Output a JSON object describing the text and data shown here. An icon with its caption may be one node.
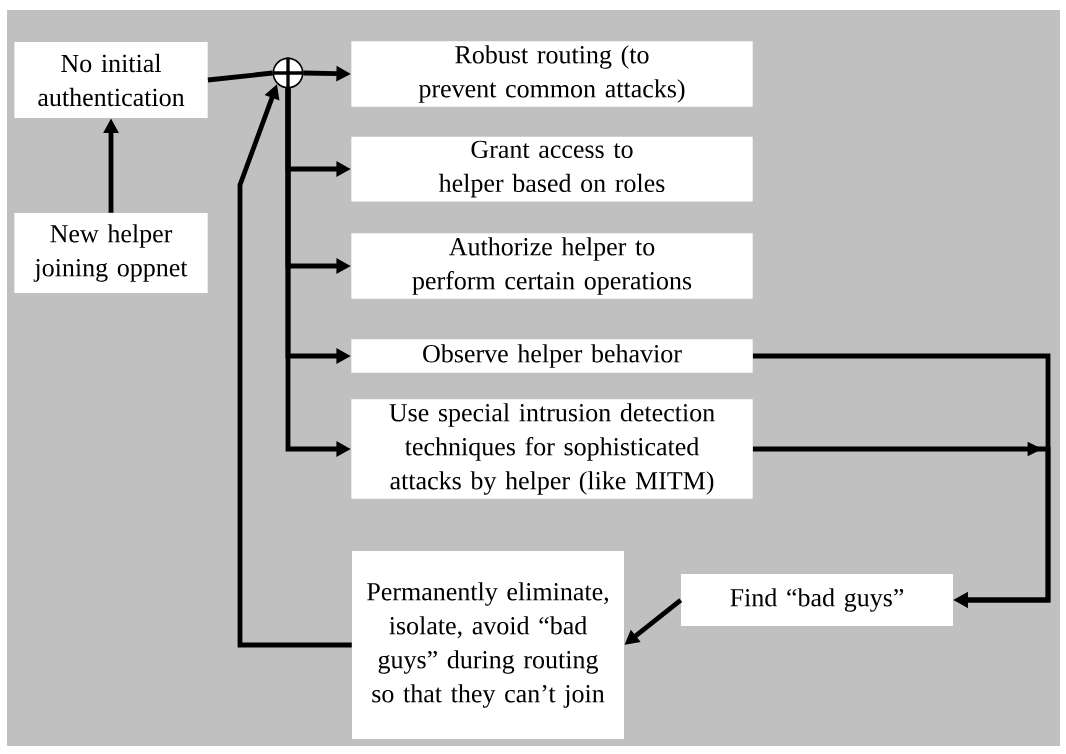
{
  "diagram": {
    "nodes": [
      {
        "text": [
          "No initial authentication"
        ]
      },
      {
        "text": [
          "New helper joining oppnet"
        ]
      },
      {
        "text": [],
        "shape": "circle"
      },
      {
        "text": [
          "Robust routing (to prevent common attacks)"
        ]
      },
      {
        "text": [
          "Grant access to helper based on roles"
        ]
      },
      {
        "text": [
          "Authorize helper to perform certain operations"
        ]
      },
      {
        "text": [
          "Observe helper behavior"
        ]
      },
      {
        "text": [
          "Use special intrusion detection techniques for sophisticated attacks by helper (like MITM)"
        ]
      },
      {
        "text": [
          "Find “bad guys”"
        ]
      },
      {
        "text": [
          "Permanently eliminate, isolate, avoid “bad guys” during routing so that they can’t join"
        ]
      }
    ],
    "edges": [
      {
        "from": 1,
        "to": 0,
        "arrow": "to"
      },
      {
        "from": 0,
        "to": 2,
        "arrow": "none"
      },
      {
        "from": 2,
        "to": 3,
        "arrow": "to"
      },
      {
        "from": 9,
        "to": 2,
        "arrow": "to"
      },
      {
        "from": 2,
        "to": 4,
        "arrow": "to"
      },
      {
        "from": 2,
        "to": 5,
        "arrow": "to"
      },
      {
        "from": 2,
        "to": 6,
        "arrow": "to"
      },
      {
        "from": 2,
        "to": 7,
        "arrow": "to"
      },
      {
        "from": 6,
        "to": 8,
        "arrow": "to"
      },
      {
        "from": 7,
        "to": 8,
        "arrow": "to"
      },
      {
        "from": 8,
        "to": 9,
        "arrow": "to"
      }
    ]
  }
}
